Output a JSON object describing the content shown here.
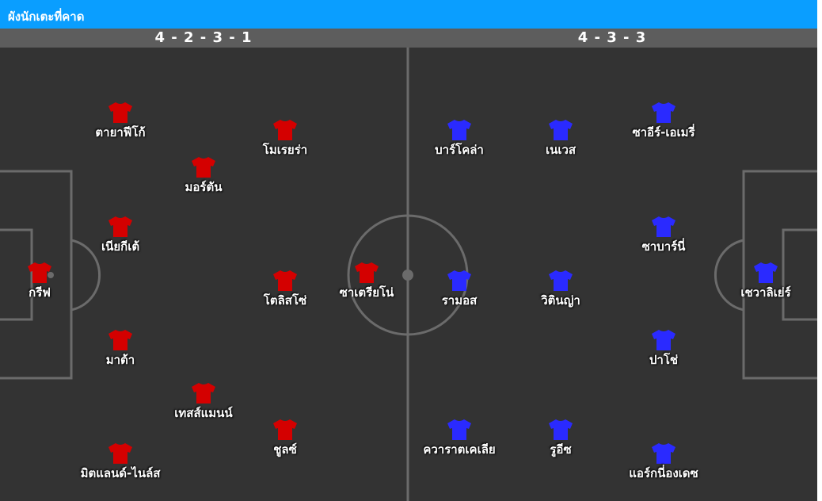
{
  "header": {
    "title": "ผังนักเตะที่คาด"
  },
  "formations": {
    "home": "4 - 2 - 3 - 1",
    "away": "4 - 3 - 3"
  },
  "colors": {
    "header_bg": "#0a9eff",
    "formation_bg": "#5d5d5d",
    "pitch_bg": "#333333",
    "lines": "#6b6b6b",
    "home_shirt": "#d40000",
    "away_shirt": "#2a2aff"
  },
  "home_players": [
    {
      "name": "ตายาฟีโก้",
      "icon": "red-shirt-icon"
    },
    {
      "name": "โมเรยร่า",
      "icon": "red-shirt-icon"
    },
    {
      "name": "มอร์ตัน",
      "icon": "red-shirt-icon"
    },
    {
      "name": "เนียกีเต้",
      "icon": "red-shirt-icon"
    },
    {
      "name": "กรีฟ",
      "icon": "red-shirt-icon"
    },
    {
      "name": "โตลิสโซ่",
      "icon": "red-shirt-icon"
    },
    {
      "name": "ซาเตรียโน่",
      "icon": "red-shirt-icon"
    },
    {
      "name": "มาต้า",
      "icon": "red-shirt-icon"
    },
    {
      "name": "เทสส์แมนน์",
      "icon": "red-shirt-icon"
    },
    {
      "name": "ชูลซ์",
      "icon": "red-shirt-icon"
    },
    {
      "name": "มิตแลนด์-ไนล์ส",
      "icon": "red-shirt-icon"
    }
  ],
  "away_players": [
    {
      "name": "บาร์โคล่า",
      "icon": "blue-shirt-icon"
    },
    {
      "name": "เนเวส",
      "icon": "blue-shirt-icon"
    },
    {
      "name": "ซาอีร์-เอเมรี่",
      "icon": "blue-shirt-icon"
    },
    {
      "name": "ซาบาร์นี่",
      "icon": "blue-shirt-icon"
    },
    {
      "name": "รามอส",
      "icon": "blue-shirt-icon"
    },
    {
      "name": "วิตินญ่า",
      "icon": "blue-shirt-icon"
    },
    {
      "name": "เชวาลิเย่ร์",
      "icon": "blue-shirt-icon"
    },
    {
      "name": "ปาโช่",
      "icon": "blue-shirt-icon"
    },
    {
      "name": "ควาราตเคเลีย",
      "icon": "blue-shirt-icon"
    },
    {
      "name": "รูอีซ",
      "icon": "blue-shirt-icon"
    },
    {
      "name": "แอร์กนี่องเดซ",
      "icon": "blue-shirt-icon"
    }
  ]
}
